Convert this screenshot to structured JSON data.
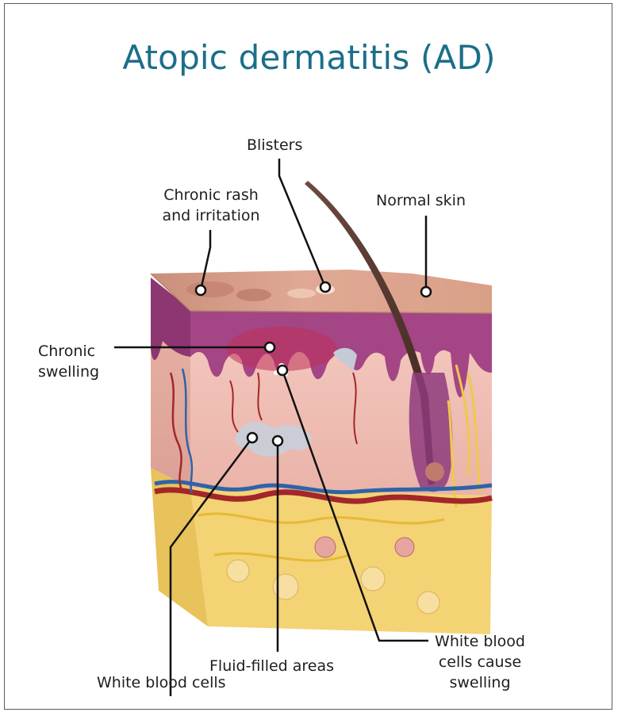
{
  "title": "Atopic dermatitis (AD)",
  "labels": {
    "blisters": "Blisters",
    "chronic_rash_1": "Chronic rash",
    "chronic_rash_2": "and irritation",
    "normal_skin": "Normal skin",
    "chronic_swelling_1": "Chronic",
    "chronic_swelling_2": "swelling",
    "wbc_swelling_1": "White blood",
    "wbc_swelling_2": "cells cause",
    "wbc_swelling_3": "swelling",
    "fluid_filled": "Fluid-filled areas",
    "white_blood_cells": "White blood cells"
  },
  "colors": {
    "title": "#1b6e8a",
    "skin_top": "#d9a48c",
    "epidermis": "#9b3f7d",
    "dermis": "#f0c2b7",
    "fat": "#f2cf6a",
    "vessel_red": "#a3262a",
    "vessel_blue": "#2e63a8"
  }
}
